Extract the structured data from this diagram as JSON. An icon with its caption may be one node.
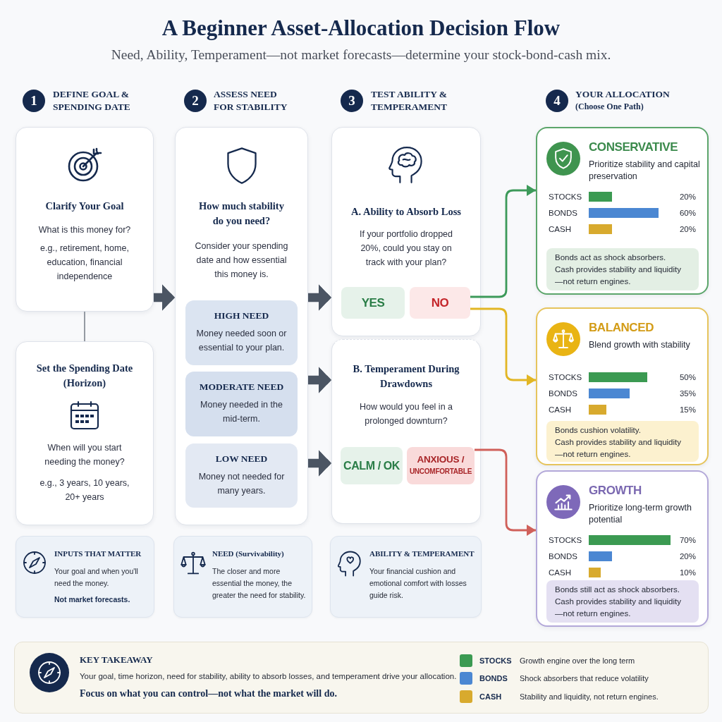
{
  "diagram": {
    "title": "A Beginner Asset-Allocation Decision Flow",
    "nodes": [
      {
        "text": [
          "1"
        ],
        "beside": [
          "DEFINE GOAL & SPENDING DATE"
        ]
      },
      {
        "text": [
          "2"
        ],
        "beside": [
          "ASSESS NEED FOR STABILITY"
        ]
      },
      {
        "text": [
          "3"
        ],
        "beside": [
          "TEST ABILITY & TEMPERAMENT"
        ]
      },
      {
        "text": [
          "4"
        ],
        "beside": [
          "YOUR ALLOCATION",
          "(Choose One Path)"
        ]
      },
      {
        "text": [
          "Clarify Your Goal",
          "What is this money for?",
          "e.g., retirement, home, education, financial independence"
        ]
      },
      {
        "text": [
          "Set the Spending Date (Horizon)",
          "When will you start needing the money?",
          "e.g., 3 years, 10 years, 20+ years"
        ]
      },
      {
        "text": [
          "How much stability do you need?",
          "Consider your spending date and how essential this money is."
        ]
      },
      {
        "text": [
          "HIGH NEED",
          "Money needed soon or essential to your plan."
        ],
        "in": 6
      },
      {
        "text": [
          "MODERATE NEED",
          "Money needed in the mid-term."
        ],
        "in": 6
      },
      {
        "text": [
          "LOW NEED",
          "Money not needed for many years."
        ],
        "in": 6
      },
      {
        "text": [
          "A. Ability to Absorb Loss",
          "If your portfolio dropped 20%, could you stay on track with your plan?"
        ]
      },
      {
        "text": [
          "YES"
        ],
        "in": 10
      },
      {
        "text": [
          "NO"
        ],
        "in": 10
      },
      {
        "text": [
          "B. Temperament During Drawdowns",
          "How would you feel in a prolonged downturn?"
        ]
      },
      {
        "text": [
          "CALM / OK"
        ],
        "in": 13
      },
      {
        "text": [
          "ANXIOUS / UNCOMFORTABLE"
        ],
        "in": 13
      },
      {
        "text": [
          "CONSERVATIVE",
          "Prioritize stability and capital preservation",
          "STOCKS",
          "20%",
          "BONDS",
          "60%",
          "CASH",
          "20%"
        ]
      },
      {
        "text": [
          "Bonds act as shock absorbers.",
          "Cash provides stability and liquidity—not return engines."
        ],
        "in": 16
      },
      {
        "text": [
          "BALANCED",
          "Blend growth with stability",
          "STOCKS",
          "50%",
          "BONDS",
          "35%",
          "CASH",
          "15%"
        ]
      },
      {
        "text": [
          "Bonds cushion volatility.",
          "Cash provides stability and liquidity—not return engines."
        ],
        "in": 18
      },
      {
        "text": [
          "GROWTH",
          "Prioritize long-term growth potential",
          "STOCKS",
          "70%",
          "BONDS",
          "20%",
          "CASH",
          "10%"
        ]
      },
      {
        "text": [
          "Bonds still act as shock absorbers.",
          "Cash provides stability and liquidity—not return engines."
        ],
        "in": 20
      },
      {
        "text": [
          "INPUTS THAT MATTER",
          "Your goal and when you'll need the money.",
          "Not market forecasts."
        ]
      },
      {
        "text": [
          "NEED (Survivability)",
          "The closer and more essential the money, the greater the need for stability."
        ]
      },
      {
        "text": [
          "ABILITY & TEMPERAMENT",
          "Your financial cushion and emotional comfort with losses guide risk."
        ]
      },
      {
        "text": [
          "KEY TAKEAWAY",
          "Your goal, time horizon, need for stability, ability to absorb losses, and temperament drive your allocation.",
          "Focus on what you can control—not what the market will do."
        ]
      }
    ],
    "edges": [
      {
        "from": 4,
        "to": 5,
        "arrow": "none",
        "color": "#8a9099"
      },
      {
        "from": 4,
        "to": 6,
        "arrow": "to",
        "style": "thick"
      },
      {
        "from": 6,
        "to": 10,
        "arrow": "to",
        "style": "thick"
      },
      {
        "from": 6,
        "to": 13,
        "arrow": "to",
        "style": "thick"
      },
      {
        "from": 6,
        "to": 13,
        "arrow": "to",
        "style": "thick"
      },
      {
        "from": 12,
        "to": 16,
        "arrow": "to",
        "color": "#3d9a5a"
      },
      {
        "from": 12,
        "to": 18,
        "arrow": "to",
        "color": "#e2b624"
      },
      {
        "from": 15,
        "to": 20,
        "arrow": "to",
        "color": "#d0605a"
      }
    ],
    "labels": [
      "Need, Ability, Temperament—not market forecasts—determine your stock-bond-cash mix.",
      "Growth engine over the long term",
      "Shock absorbers that reduce volatility",
      "Stability and liquidity, not return engines."
    ],
    "legend": [
      {
        "text": "STOCKS",
        "color": "#3b9a52"
      },
      {
        "text": "BONDS",
        "color": "#4b87d2"
      },
      {
        "text": "CASH",
        "color": "#d8aa2e"
      }
    ]
  }
}
